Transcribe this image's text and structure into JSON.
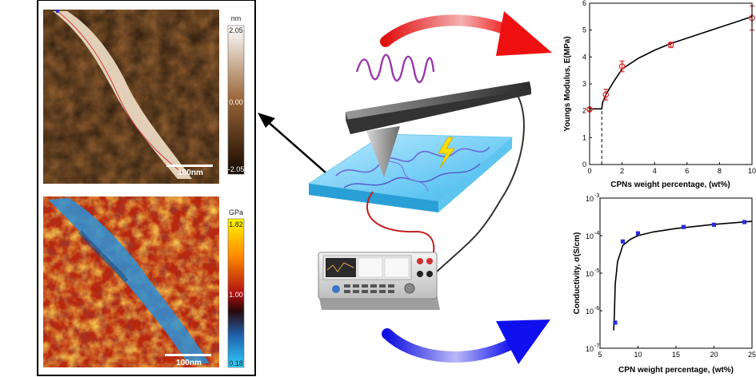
{
  "afm_topography": {
    "cbar_unit": "nm",
    "cbar_ticks": [
      "2.05",
      "0.00",
      "-2.05"
    ],
    "scale_bar": "100nm"
  },
  "afm_modulus": {
    "cbar_unit": "GPa",
    "cbar_ticks": [
      "1.82",
      "1.00",
      "0.18"
    ],
    "scale_bar": "100nm"
  },
  "chart_data": [
    {
      "type": "scatter",
      "title": "",
      "xlabel": "CPNs weight percentage, (wt%)",
      "ylabel": "Youngs Modulus, E(MPa)",
      "xlim": [
        0,
        10
      ],
      "ylim": [
        0,
        6
      ],
      "xticks": [
        0,
        2,
        4,
        6,
        8,
        10
      ],
      "yticks": [
        0,
        1,
        2,
        3,
        4,
        5,
        6
      ],
      "marker_color": "#e03030",
      "points": [
        {
          "x": 0,
          "y": 2.05,
          "err": 0.05
        },
        {
          "x": 1,
          "y": 2.6,
          "err": 0.2
        },
        {
          "x": 2,
          "y": 3.65,
          "err": 0.2
        },
        {
          "x": 5,
          "y": 4.45,
          "err": 0.1
        },
        {
          "x": 10,
          "y": 5.45,
          "err": 0.45
        }
      ],
      "fit": [
        [
          0,
          2.07
        ],
        [
          0.75,
          2.07
        ],
        [
          0.8,
          2.3
        ],
        [
          1,
          2.6
        ],
        [
          1.5,
          3.1
        ],
        [
          2,
          3.55
        ],
        [
          3,
          3.95
        ],
        [
          4,
          4.25
        ],
        [
          5,
          4.5
        ],
        [
          6,
          4.7
        ],
        [
          7,
          4.9
        ],
        [
          8,
          5.1
        ],
        [
          9,
          5.3
        ],
        [
          10,
          5.5
        ]
      ],
      "threshold_line": {
        "x": 0.75,
        "y_from": 0,
        "y_to": 2.07
      }
    },
    {
      "type": "scatter",
      "title": "",
      "xlabel": "CPN weight percentage, (wt%)",
      "ylabel": "Conductivity, σ(S/cm)",
      "xlim": [
        5,
        25
      ],
      "y_scale": "log",
      "ylim": [
        1e-07,
        0.001
      ],
      "xticks": [
        5,
        10,
        15,
        20,
        25
      ],
      "ytick_labels": [
        "10^-3",
        "10^-4",
        "10^-5",
        "10^-6",
        "10^-7"
      ],
      "marker_color": "#2b2bd6",
      "points": [
        {
          "x": 7,
          "y": 4.8e-07
        },
        {
          "x": 8,
          "y": 7e-05
        },
        {
          "x": 10,
          "y": 0.000115
        },
        {
          "x": 16,
          "y": 0.00017
        },
        {
          "x": 20,
          "y": 0.000195
        },
        {
          "x": 24,
          "y": 0.00023
        }
      ],
      "fit": [
        [
          6.8,
          3e-07
        ],
        [
          6.9,
          8e-07
        ],
        [
          7.0,
          5e-06
        ],
        [
          7.3,
          2e-05
        ],
        [
          8,
          5.5e-05
        ],
        [
          9,
          8e-05
        ],
        [
          10,
          0.0001
        ],
        [
          12,
          0.000125
        ],
        [
          15,
          0.000155
        ],
        [
          20,
          0.0002
        ],
        [
          25,
          0.00024
        ]
      ]
    }
  ]
}
